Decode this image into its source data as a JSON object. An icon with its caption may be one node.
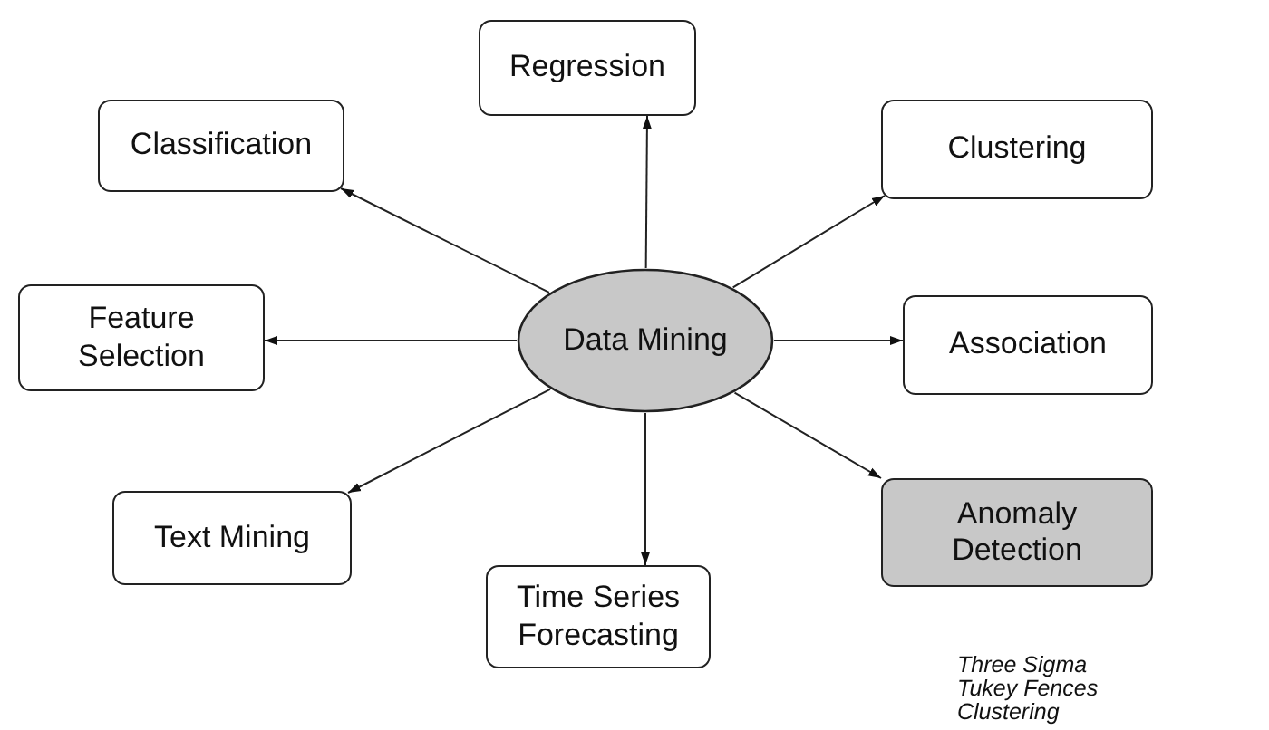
{
  "diagram": {
    "nodes": [
      {
        "text": [
          "Regression"
        ]
      },
      {
        "text": [
          "Classification"
        ]
      },
      {
        "text": [
          "Clustering"
        ]
      },
      {
        "text": [
          "Feature Selection"
        ]
      },
      {
        "text": [
          "Data Mining"
        ]
      },
      {
        "text": [
          "Association"
        ]
      },
      {
        "text": [
          "Anomaly Detection"
        ],
        "beside": [
          "Three Sigma",
          "Tukey Fences",
          "Clustering"
        ]
      },
      {
        "text": [
          "Text Mining"
        ]
      },
      {
        "text": [
          "Time Series Forecasting"
        ]
      }
    ],
    "edges": [
      {
        "from": 4,
        "to": 0,
        "arrow": "to"
      },
      {
        "from": 4,
        "to": 1,
        "arrow": "to"
      },
      {
        "from": 4,
        "to": 2,
        "arrow": "to"
      },
      {
        "from": 4,
        "to": 3,
        "arrow": "to"
      },
      {
        "from": 4,
        "to": 5,
        "arrow": "to"
      },
      {
        "from": 4,
        "to": 6,
        "arrow": "to"
      },
      {
        "from": 4,
        "to": 7,
        "arrow": "to"
      },
      {
        "from": 4,
        "to": 8,
        "arrow": "to"
      }
    ]
  }
}
